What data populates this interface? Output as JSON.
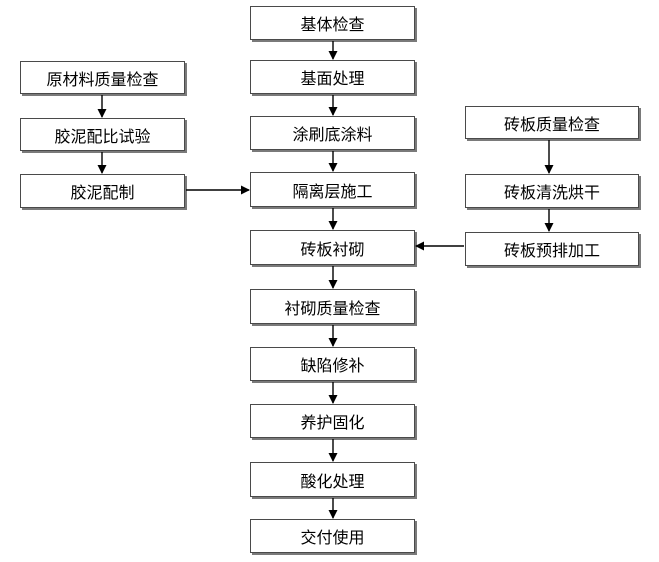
{
  "steps": {
    "base_inspection": "基体检查",
    "surface_treatment": "基面处理",
    "primer_coating": "涂刷底涂料",
    "isolation_layer": "隔离层施工",
    "brick_lining": "砖板衬砌",
    "lining_quality": "衬砌质量检查",
    "defect_repair": "缺陷修补",
    "curing": "养护固化",
    "acid_treatment": "酸化处理",
    "delivery": "交付使用"
  },
  "left_branch": {
    "material_inspection": "原材料质量检查",
    "mortar_test": "胶泥配比试验",
    "mortar_prep": "胶泥配制"
  },
  "right_branch": {
    "brick_inspection": "砖板质量检查",
    "brick_wash_dry": "砖板清洗烘干",
    "brick_prearrange": "砖板预排加工"
  }
}
